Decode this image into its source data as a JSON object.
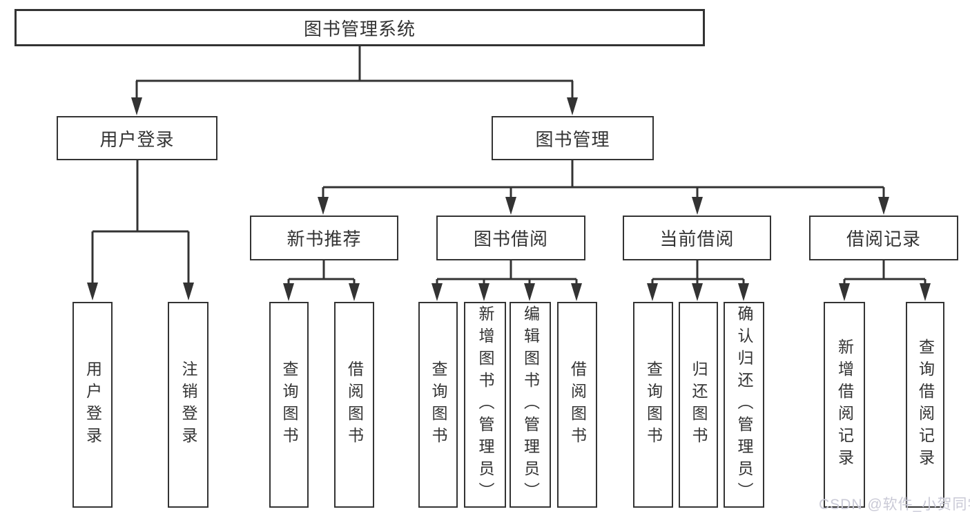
{
  "diagram": {
    "root": {
      "label": "图书管理系统"
    },
    "level2": [
      {
        "label": "用户登录"
      },
      {
        "label": "图书管理"
      }
    ],
    "level3": [
      {
        "label": "新书推荐"
      },
      {
        "label": "图书借阅"
      },
      {
        "label": "当前借阅"
      },
      {
        "label": "借阅记录"
      }
    ],
    "leaves": [
      {
        "label": "用户登录"
      },
      {
        "label": "注销登录"
      },
      {
        "label": "查询图书"
      },
      {
        "label": "借阅图书"
      },
      {
        "label": "查询图书"
      },
      {
        "label": "新增图书（管理员）"
      },
      {
        "label": "编辑图书（管理员）"
      },
      {
        "label": "借阅图书"
      },
      {
        "label": "查询图书"
      },
      {
        "label": "归还图书"
      },
      {
        "label": "确认归还（管理员）"
      },
      {
        "label": "新增借阅记录"
      },
      {
        "label": "查询借阅记录"
      }
    ]
  },
  "watermark": {
    "text": "CSDN @软件_小贺同学"
  },
  "colors": {
    "line": "#333333",
    "box_border": "#333333",
    "text": "#333333",
    "background": "#ffffff",
    "watermark": "#c9c9d6"
  }
}
